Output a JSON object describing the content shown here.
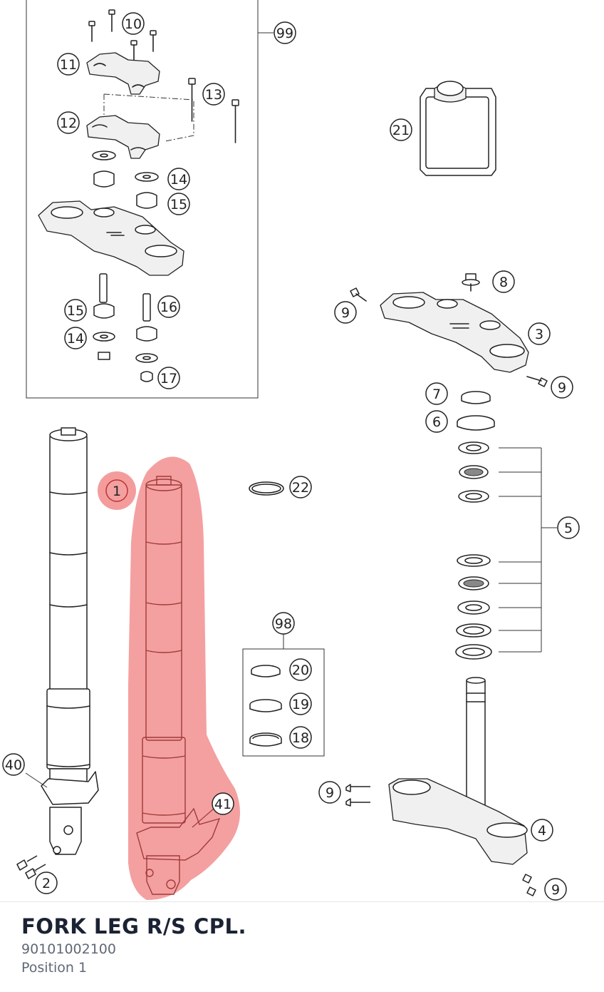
{
  "diagram": {
    "callouts": {
      "c1": "1",
      "c2": "2",
      "c3": "3",
      "c4": "4",
      "c5": "5",
      "c6": "6",
      "c7": "7",
      "c8": "8",
      "c9a": "9",
      "c9b": "9",
      "c9c": "9",
      "c9d": "9",
      "c10": "10",
      "c11": "11",
      "c12": "12",
      "c13": "13",
      "c14a": "14",
      "c14b": "14",
      "c15a": "15",
      "c15b": "15",
      "c16": "16",
      "c17": "17",
      "c18": "18",
      "c19": "19",
      "c20": "20",
      "c21": "21",
      "c22": "22",
      "c40": "40",
      "c41": "41",
      "c98": "98",
      "c99": "99"
    },
    "highlighted_position": "1",
    "highlight_color": "#f28b8b"
  },
  "part": {
    "title": "FORK LEG R/S CPL.",
    "number": "90101002100",
    "position": "Position 1"
  }
}
